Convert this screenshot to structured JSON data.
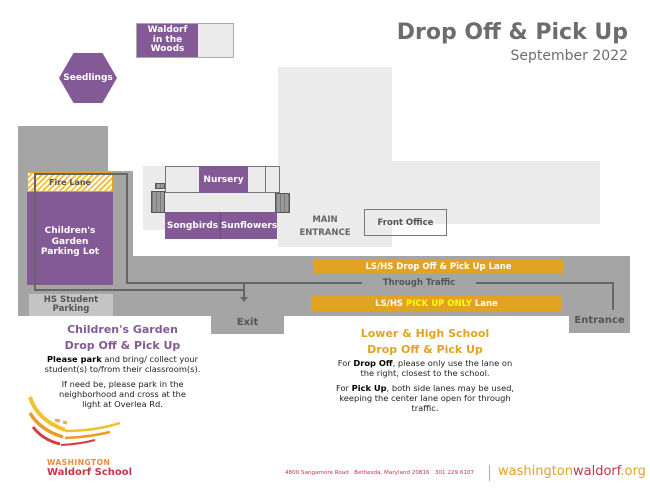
{
  "header": {
    "title": "Drop Off & Pick Up",
    "subtitle": "September 2022"
  },
  "buildings": {
    "waldorf_woods": "Waldorf in the Woods",
    "seedlings": "Seedlings",
    "nursery": "Nursery",
    "songbirds": "Songbirds",
    "sunflowers": "Sunflowers",
    "main_entrance_line1": "MAIN",
    "main_entrance_line2": "ENTRANCE",
    "front_office": "Front Office"
  },
  "parking": {
    "fire_lane": "Fire Lane",
    "childrens_garden_lot": "Children's Garden Parking Lot",
    "hs_student_line1": "HS Student",
    "hs_student_line2": "Parking"
  },
  "roads": {
    "dropoff_lane": "LS/HS Drop Off & Pick Up Lane",
    "through_traffic": "Through Traffic",
    "pickup_lane_prefix": "LS/HS ",
    "pickup_lane_highlight": "PICK UP ONLY",
    "pickup_lane_suffix": " Lane",
    "exit": "Exit",
    "entrance": "Entrance"
  },
  "colors": {
    "purple": "#835a95",
    "gold": "#e3a322",
    "highlight_yellow": "#ffff00",
    "road_gray": "#a5a5a5",
    "building_gray": "#ebebeb"
  },
  "childrens_garden": {
    "heading1": "Children's Garden",
    "heading2": "Drop Off & Pick Up",
    "p1_bold": "Please park",
    "p1_rest": " and bring/ collect your student(s) to/from their classroom(s).",
    "p2": "If need be, please park in the neighborhood and cross at the light at Overlea Rd."
  },
  "lower_high": {
    "heading1": "Lower & High School",
    "heading2": "Drop Off & Pick Up",
    "p1_pre": "For ",
    "p1_bold": "Drop Off",
    "p1_rest": ", please only use the lane on the right, closest to the school.",
    "p2_pre": "For ",
    "p2_bold": "Pick Up",
    "p2_rest": ", both side lanes may be used, keeping the center lane open for through traffic."
  },
  "footer": {
    "logo_line1": "WASHINGTON",
    "logo_line2": "Waldorf School",
    "address": "4800 Sangamore Road   Bethesda, Maryland 20816   301 229 6107",
    "site_part1": "washington",
    "site_part2": "waldorf",
    "site_part3": ".org"
  }
}
